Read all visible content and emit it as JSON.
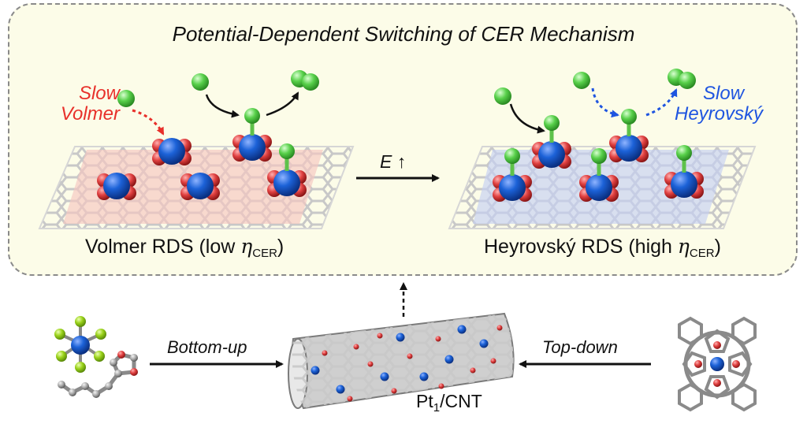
{
  "title": "Potential-Dependent Switching of CER Mechanism",
  "left_panel": {
    "slow_line1": "Slow",
    "slow_line2": "Volmer",
    "caption_main": "Volmer RDS (low ",
    "caption_eta": "η",
    "caption_sub": "CER",
    "caption_end": ")"
  },
  "right_panel": {
    "slow_line1": "Slow",
    "slow_line2": "Heyrovský",
    "caption_main": "Heyrovský RDS (high ",
    "caption_eta": "η",
    "caption_sub": "CER",
    "caption_end": ")"
  },
  "arrow_label": "E ↑",
  "bottom": {
    "left_route": "Bottom-up",
    "right_route": "Top-down",
    "product_main": "Pt",
    "product_sub": "1",
    "product_end": "/CNT"
  },
  "colors": {
    "pt": "#1c62d8",
    "oxygen": "#e04040",
    "chlorine": "#58d04a",
    "carbon": "#9a9a9a",
    "red_highlight": "#f6c6c0",
    "blue_highlight": "#c4cff2",
    "panel_bg": "#fcfce8",
    "slow_volmer": "#e8302a",
    "slow_heyrovsky": "#1f55e0"
  }
}
